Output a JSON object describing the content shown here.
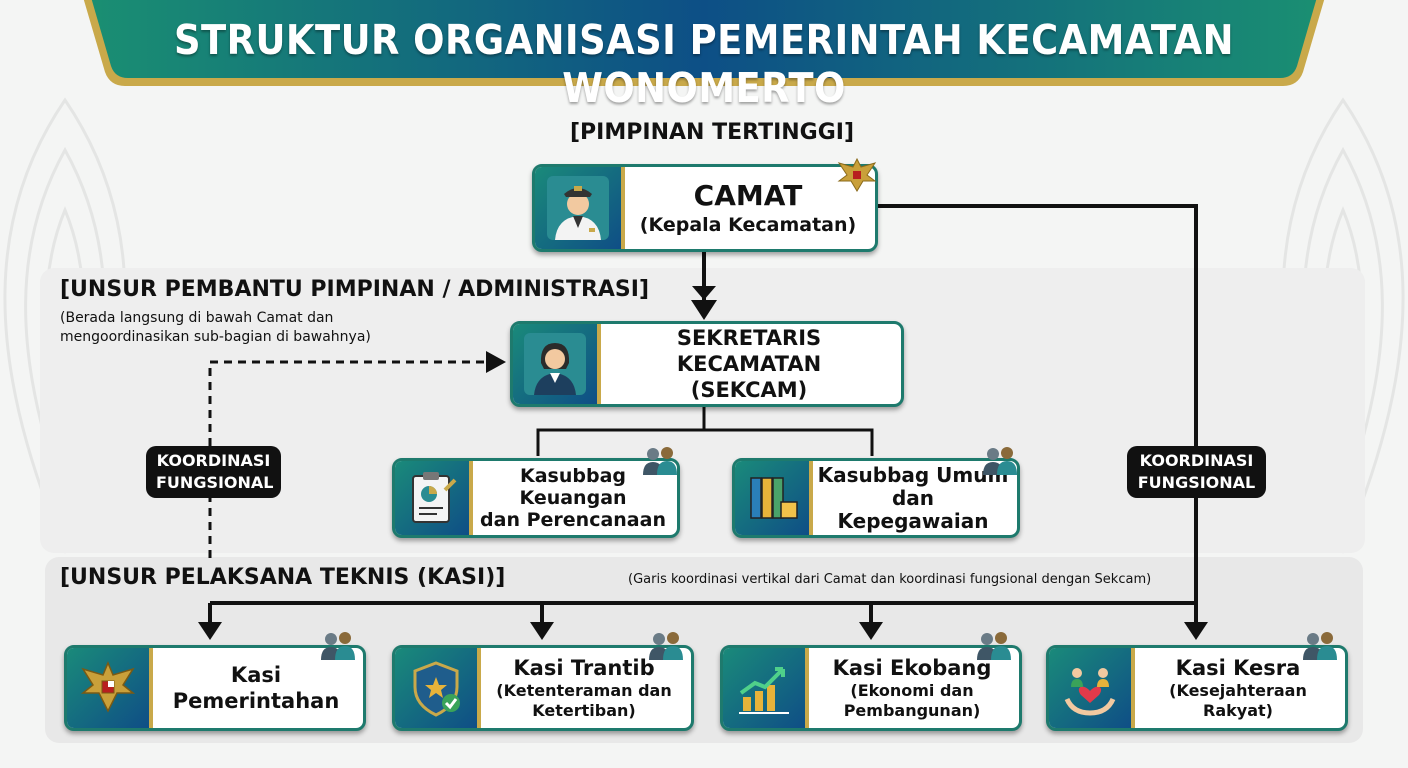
{
  "title": "STRUKTUR ORGANISASI PEMERINTAH KECAMATAN WONOMERTO",
  "sections": {
    "top_label": "[PIMPINAN TERTINGGI]",
    "admin_label": "[UNSUR PEMBANTU PIMPINAN / ADMINISTRASI]",
    "admin_note_1": "(Berada langsung di bawah Camat dan",
    "admin_note_2": "mengoordinasikan sub-bagian di bawahnya)",
    "tech_label": "[UNSUR PELAKSANA TEKNIS (KASI)]",
    "tech_note": "(Garis koordinasi vertikal dari Camat dan koordinasi fungsional dengan Sekcam)"
  },
  "tags": {
    "left": [
      "KOORDINASI",
      "FUNGSIONAL"
    ],
    "right": [
      "KOORDINASI",
      "FUNGSIONAL"
    ]
  },
  "camat": {
    "title": "CAMAT",
    "subtitle": "(Kepala Kecamatan)",
    "icon": "official-avatar-icon"
  },
  "sekcam": {
    "title_1": "SEKRETARIS KECAMATAN",
    "title_2": "(SEKCAM)",
    "icon": "female-officer-icon"
  },
  "kasubbag": [
    {
      "line1": "Kasubbag Keuangan",
      "line2": "dan Perencanaan",
      "icon": "clipboard-chart-icon"
    },
    {
      "line1": "Kasubbag Umum",
      "line2": "dan Kepegawaian",
      "icon": "binders-icon"
    }
  ],
  "kasi": [
    {
      "line1": "Kasi",
      "line2": "Pemerintahan",
      "sub1": "",
      "sub2": "",
      "icon": "garuda-emblem-icon"
    },
    {
      "line1": "Kasi Trantib",
      "line2": "",
      "sub1": "(Ketenteraman dan",
      "sub2": "Ketertiban)",
      "icon": "shield-star-icon"
    },
    {
      "line1": "Kasi Ekobang",
      "line2": "",
      "sub1": "(Ekonomi dan",
      "sub2": "Pembangunan)",
      "icon": "growth-chart-icon"
    },
    {
      "line1": "Kasi Kesra",
      "line2": "",
      "sub1": "(Kesejahteraan Rakyat)",
      "sub2": "",
      "icon": "hands-hearts-icon"
    }
  ],
  "colors": {
    "teal": "#1a8a7a",
    "navy": "#0f4e86",
    "gold": "#c9a94a",
    "line": "#111111"
  }
}
